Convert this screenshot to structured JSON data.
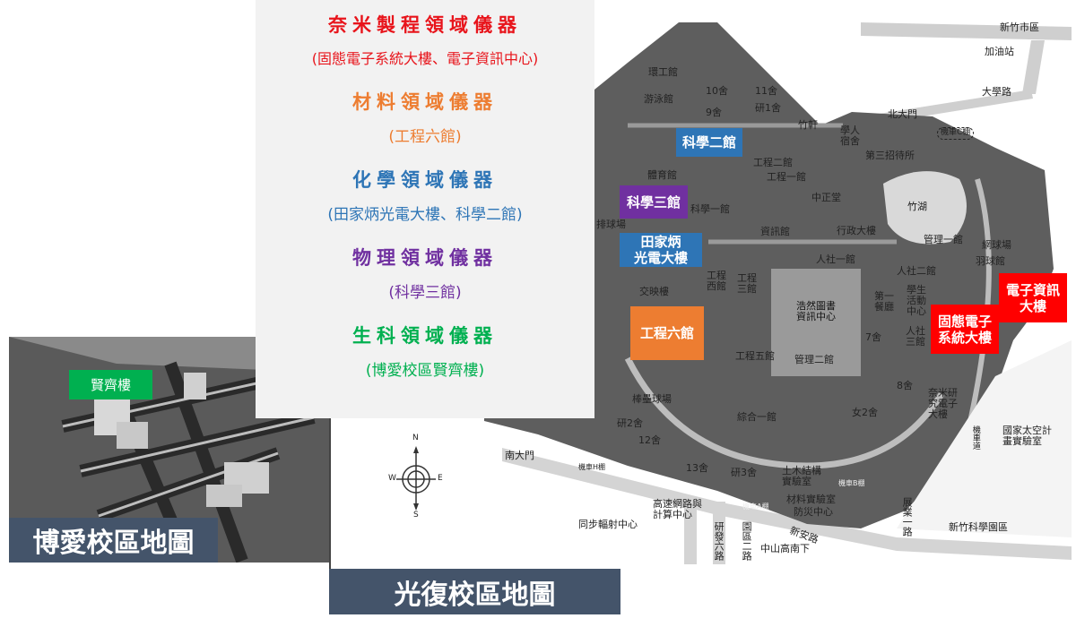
{
  "legend": {
    "items": [
      {
        "title": "奈米製程領域儀器",
        "subtitle": "(固態電子系統大樓、電子資訊中心)",
        "color": "#e8141b"
      },
      {
        "title": "材料領域儀器",
        "subtitle": "(工程六館)",
        "color": "#ed7d31"
      },
      {
        "title": "化學領域儀器",
        "subtitle": "(田家炳光電大樓、科學二館)",
        "color": "#2e75b6"
      },
      {
        "title": "物理領域儀器",
        "subtitle": "(科學三館)",
        "color": "#7030a0"
      },
      {
        "title": "生科領域儀器",
        "subtitle": "(博愛校區賢齊樓)",
        "color": "#00b050"
      }
    ]
  },
  "highlights": {
    "sci2": "科學二館",
    "sci3": "科學三館",
    "tianjiabing": "田家炳\n光電大樓",
    "eng6": "工程六館",
    "solid_state": "固態電子\n系統大樓",
    "eic": "電子資訊\n大樓",
    "xianqi": "賢齊樓"
  },
  "campus_labels": {
    "boai": "博愛校區地圖",
    "guangfu": "光復校區地圖"
  },
  "compass": {
    "n": "N",
    "s": "S",
    "e": "E",
    "w": "W"
  },
  "map_labels": [
    "環工館",
    "游泳館",
    "10舍",
    "11舍",
    "9舍",
    "研1舍",
    "竹軒",
    "體育館",
    "工程二館",
    "工程一館",
    "中正堂",
    "科學一館",
    "資訊館",
    "行政大樓",
    "竹湖",
    "管理一館",
    "人社一館",
    "人社二館",
    "第一餐廳",
    "學生活動中心",
    "工程西館",
    "工程三館",
    "交映樓",
    "浩然圖書資訊中心",
    "工程五館",
    "管理二館",
    "7舍",
    "8舍",
    "人社三館",
    "棒壘球場",
    "綜合一館",
    "女2舍",
    "奈米研究電子大樓",
    "研2舍",
    "12舍",
    "南大門",
    "13舍",
    "研3舍",
    "土木結構實驗室",
    "材料實驗室",
    "防災中心",
    "高速網路與計算中心",
    "同步輻射中心",
    "研發六路",
    "園區二路",
    "中山高南下",
    "新安路",
    "展業一路",
    "新竹科學園區",
    "國家太空計畫實驗室",
    "北大門",
    "大學路",
    "新竹市區",
    "加油站",
    "學人宿舍",
    "第三招待所",
    "網球場",
    "羽球館",
    "排球場",
    "機車C棚",
    "機車H棚",
    "機車A棚",
    "機車B棚",
    "機車道"
  ]
}
